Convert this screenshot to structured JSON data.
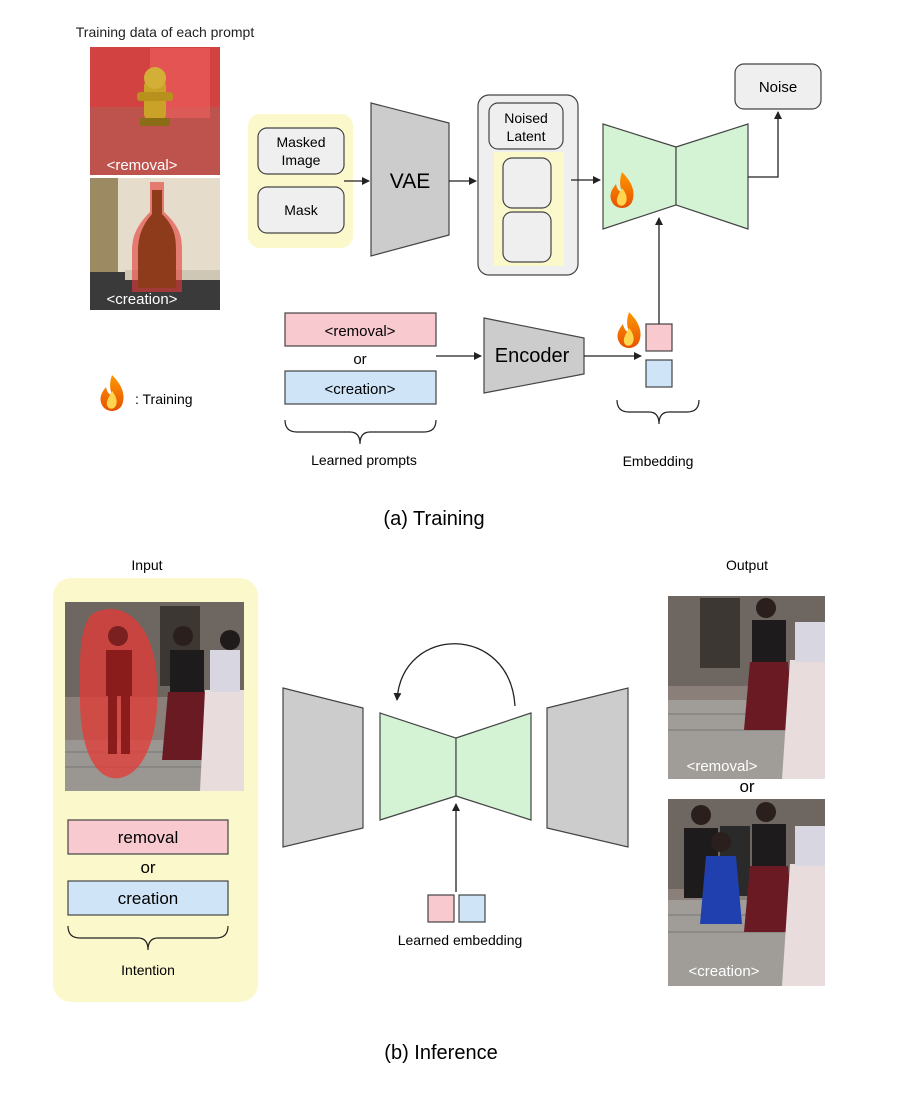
{
  "training": {
    "caption": "(a) Training",
    "training_data_title": "Training data of each prompt",
    "sample_removal_label": "<removal>",
    "sample_creation_label": "<creation>",
    "masked_image_line1": "Masked",
    "masked_image_line2": "Image",
    "mask_label": "Mask",
    "vae_label": "VAE",
    "noised_latent_line1": "Noised",
    "noised_latent_line2": "Latent",
    "noise_label": "Noise",
    "prompt_removal": "<removal>",
    "prompt_or": "or",
    "prompt_creation": "<creation>",
    "learned_prompts_label": "Learned prompts",
    "encoder_label": "Encoder",
    "embedding_label": "Embedding",
    "legend_training_label": ": Training"
  },
  "inference": {
    "caption": "(b) Inference",
    "input_label": "Input",
    "output_label": "Output",
    "intent_removal": "removal",
    "intent_or": "or",
    "intent_creation": "creation",
    "intention_label": "Intention",
    "learned_embedding_label": "Learned embedding",
    "output_removal_label": "<removal>",
    "output_or": "or",
    "output_creation_label": "<creation>"
  },
  "colors": {
    "removal_pink": "#f8c9cf",
    "creation_blue": "#cfe5f7",
    "unet_green": "#d4f2d4",
    "vae_gray": "#cccccc",
    "highlight_yellow": "#fbf8cc",
    "flame": "#f57c00"
  },
  "icons": [
    "flame-icon",
    "arrow-icon"
  ]
}
